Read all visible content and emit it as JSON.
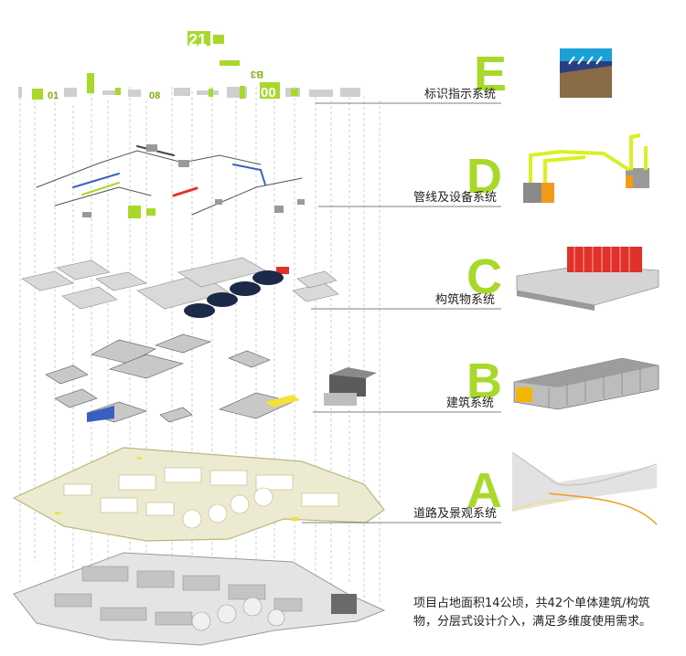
{
  "layers": [
    {
      "key": "E",
      "letter": "E",
      "label": "标识指示系统"
    },
    {
      "key": "D",
      "letter": "D",
      "label": "管线及设备系统"
    },
    {
      "key": "C",
      "letter": "C",
      "label": "构筑物系统"
    },
    {
      "key": "B",
      "letter": "B",
      "label": "建筑系统"
    },
    {
      "key": "A",
      "letter": "A",
      "label": "道路及景观系统"
    }
  ],
  "description": "项目占地面积14公顷，共42个单体建筑/构筑物，分层式设计介入，满足多维度使用需求。",
  "signage_text": {
    "big_number": "21",
    "sign_b3": "B3",
    "sign_00": "00",
    "sign_08": "08",
    "sign_01": "01"
  },
  "colors": {
    "accent": "#a8d92a",
    "text": "#222222",
    "leader": "#555555",
    "dashed": "#b5b5b5",
    "road": "#ecebd2",
    "tank": "#1c2a48",
    "red": "#e0312a",
    "yellow": "#f2e23a"
  }
}
